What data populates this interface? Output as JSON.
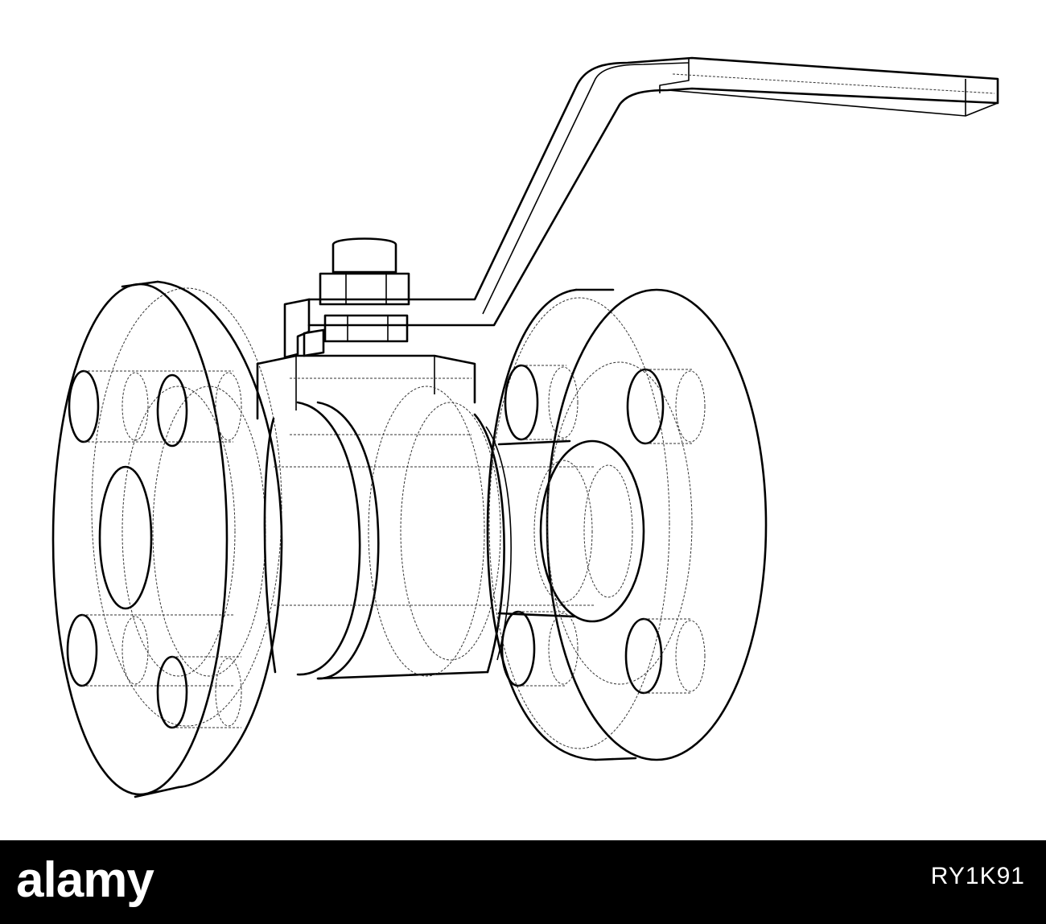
{
  "drawing": {
    "subject": "ball-valve-wireframe",
    "line_color": "#000000",
    "hidden_line_color": "#555555",
    "background": "#ffffff"
  },
  "banner": {
    "background": "#000000",
    "logo_text": "alamy",
    "logo_color": "#ffffff",
    "image_id": "RY1K91",
    "text_color": "#ffffff"
  }
}
